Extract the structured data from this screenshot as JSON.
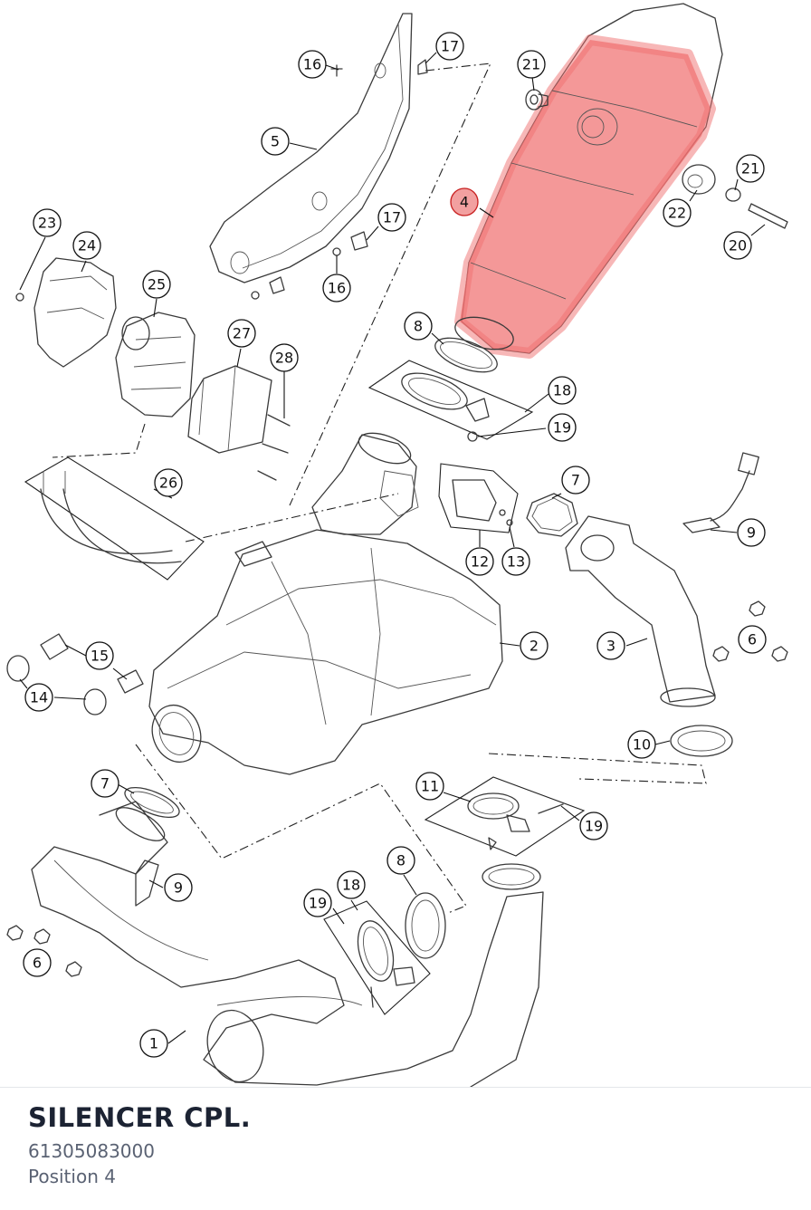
{
  "part": {
    "name": "SILENCER CPL.",
    "number": "61305083000",
    "position": "Position 4"
  },
  "highlight_color": "#f07070",
  "callouts": [
    {
      "id": "c16a",
      "label": "16"
    },
    {
      "id": "c17a",
      "label": "17"
    },
    {
      "id": "c21a",
      "label": "21"
    },
    {
      "id": "c5",
      "label": "5"
    },
    {
      "id": "c4",
      "label": "4",
      "highlighted": true
    },
    {
      "id": "c21b",
      "label": "21"
    },
    {
      "id": "c22",
      "label": "22"
    },
    {
      "id": "c20",
      "label": "20"
    },
    {
      "id": "c23",
      "label": "23"
    },
    {
      "id": "c24",
      "label": "24"
    },
    {
      "id": "c17b",
      "label": "17"
    },
    {
      "id": "c16b",
      "label": "16"
    },
    {
      "id": "c25",
      "label": "25"
    },
    {
      "id": "c8a",
      "label": "8"
    },
    {
      "id": "c27",
      "label": "27"
    },
    {
      "id": "c28",
      "label": "28"
    },
    {
      "id": "c18a",
      "label": "18"
    },
    {
      "id": "c19a",
      "label": "19"
    },
    {
      "id": "c26",
      "label": "26"
    },
    {
      "id": "c7a",
      "label": "7"
    },
    {
      "id": "c9a",
      "label": "9"
    },
    {
      "id": "c12",
      "label": "12"
    },
    {
      "id": "c13",
      "label": "13"
    },
    {
      "id": "c2",
      "label": "2"
    },
    {
      "id": "c3",
      "label": "3"
    },
    {
      "id": "c6a",
      "label": "6"
    },
    {
      "id": "c15",
      "label": "15"
    },
    {
      "id": "c14",
      "label": "14"
    },
    {
      "id": "c10",
      "label": "10"
    },
    {
      "id": "c7b",
      "label": "7"
    },
    {
      "id": "c11",
      "label": "11"
    },
    {
      "id": "c19b",
      "label": "19"
    },
    {
      "id": "c9b",
      "label": "9"
    },
    {
      "id": "c8b",
      "label": "8"
    },
    {
      "id": "c18b",
      "label": "18"
    },
    {
      "id": "c19c",
      "label": "19"
    },
    {
      "id": "c6b",
      "label": "6"
    },
    {
      "id": "c1",
      "label": "1"
    }
  ]
}
